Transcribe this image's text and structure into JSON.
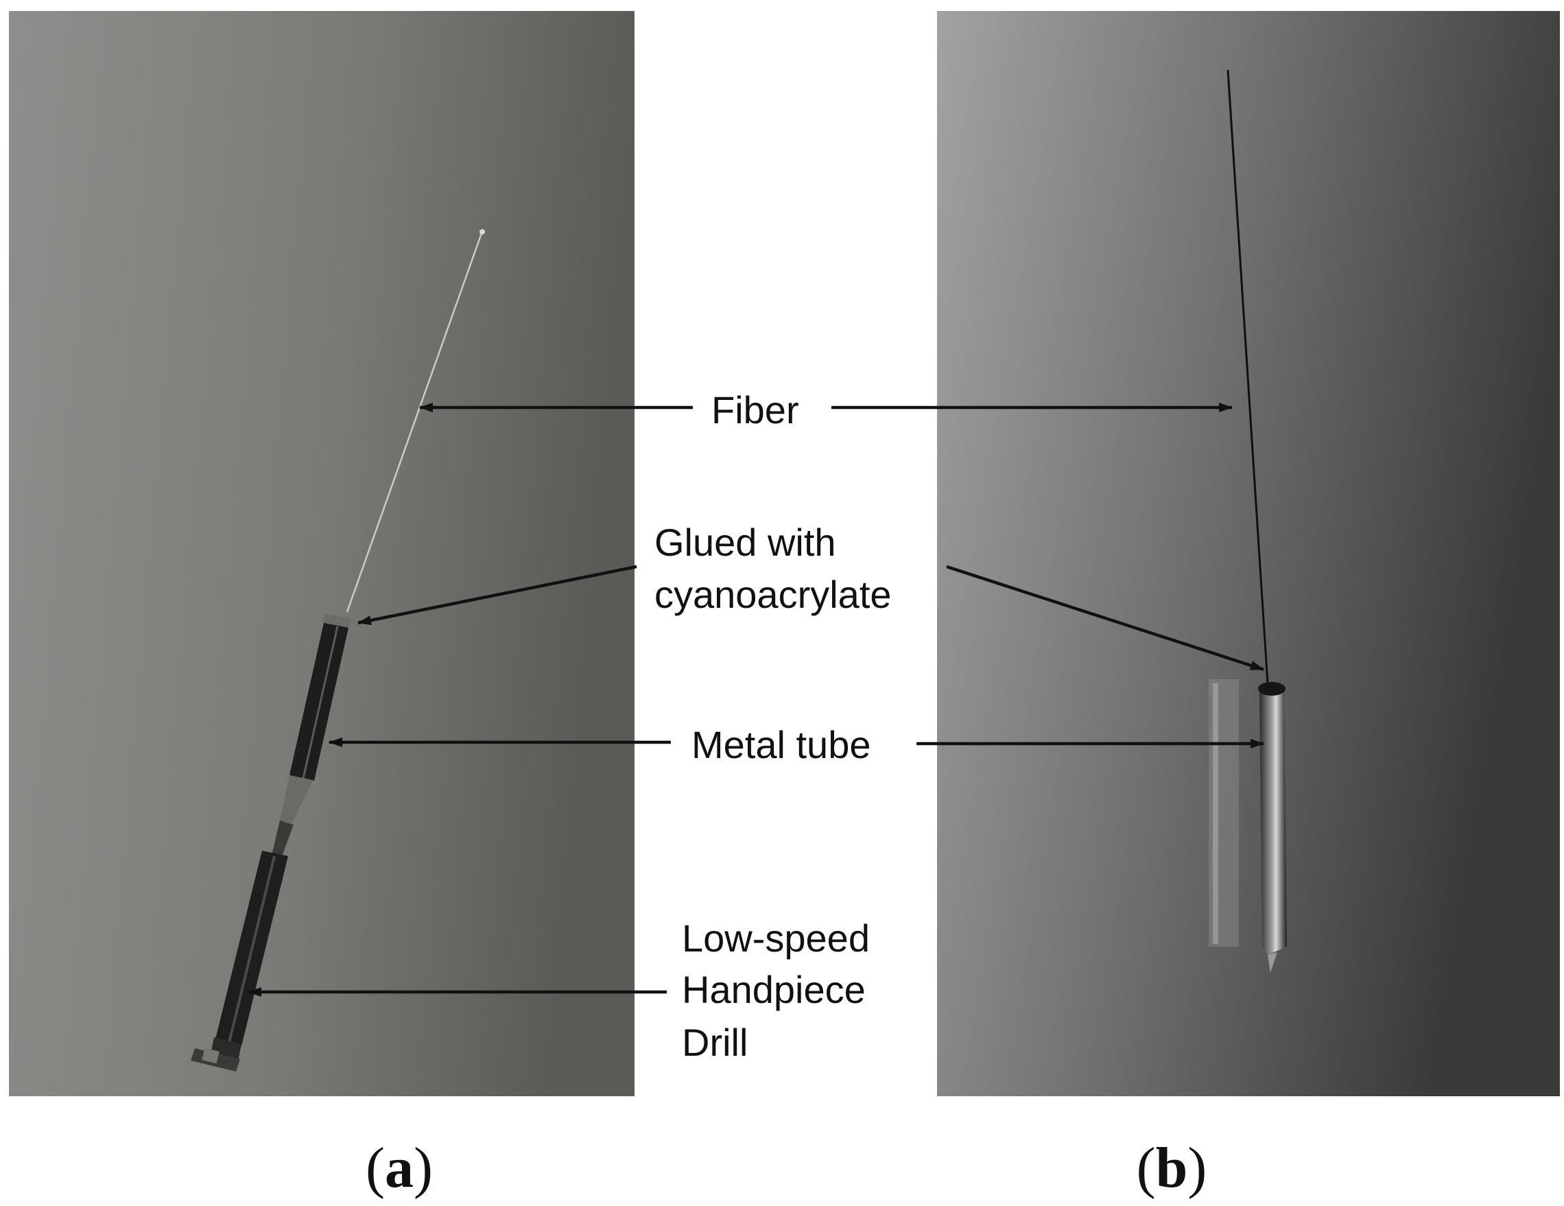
{
  "colors": {
    "background": "#ffffff",
    "text": "#111111",
    "arrow": "#111111",
    "photo_a_light": "#8c8c8b",
    "photo_a_dark": "#5b5b58",
    "photo_b_light": "#9a9a98",
    "photo_b_dark": "#3d3d3c"
  },
  "labels": {
    "fiber": "Fiber",
    "glued_line1": "Glued with",
    "glued_line2": "cyanoacrylate",
    "metal_tube": "Metal tube",
    "drill_line1": "Low-speed",
    "drill_line2": "Handpiece",
    "drill_line3": "Drill"
  },
  "panels": {
    "a": {
      "open": "(",
      "letter": "a",
      "close": ")"
    },
    "b": {
      "open": "(",
      "letter": "b",
      "close": ")"
    }
  }
}
